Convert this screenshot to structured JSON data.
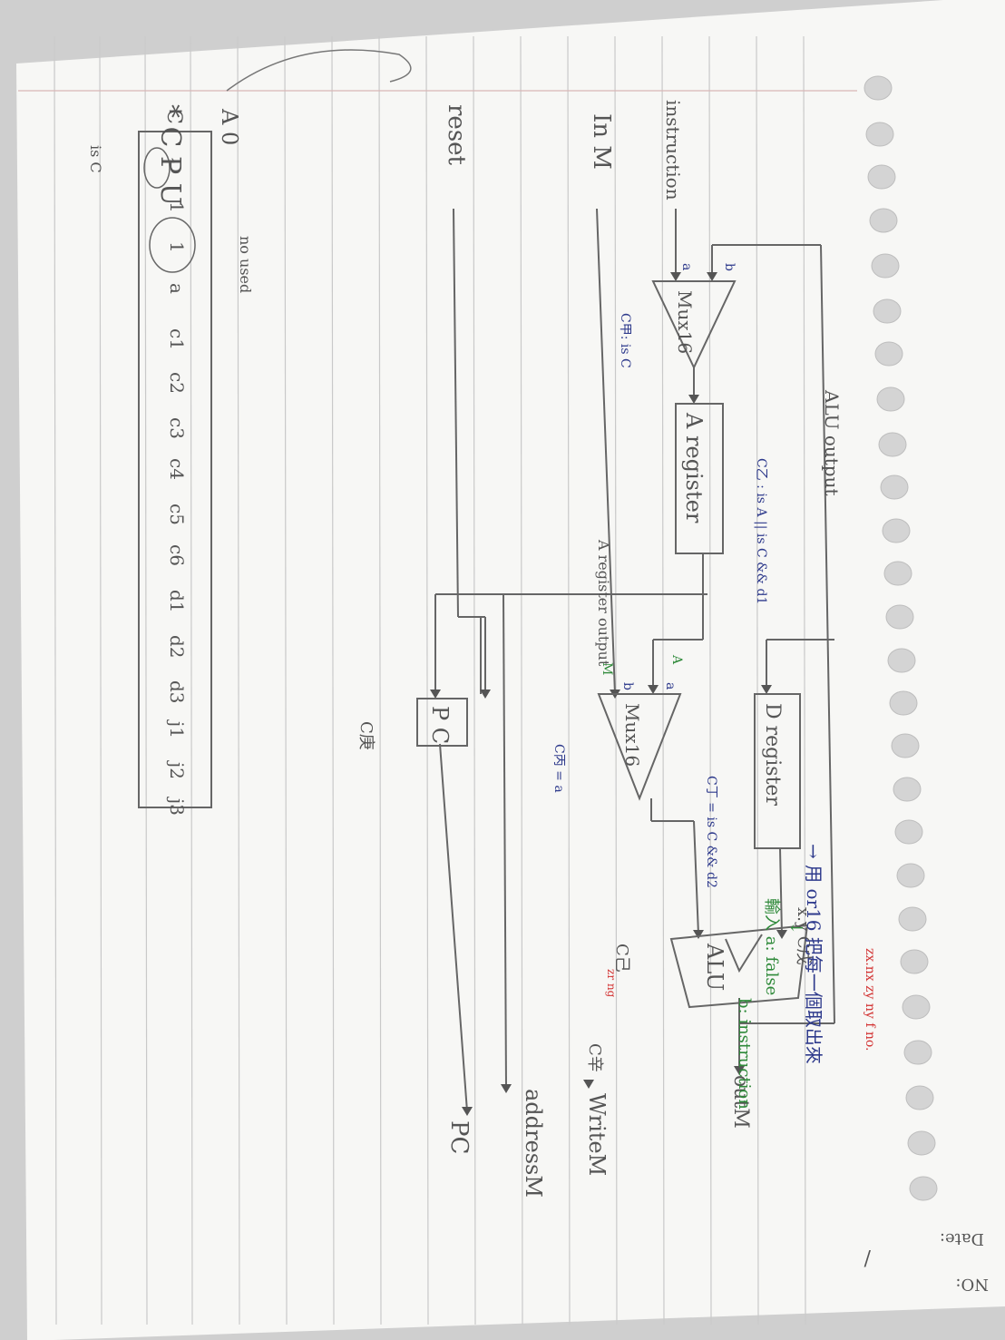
{
  "title": "* C P U",
  "inputs": {
    "instruction": "instruction",
    "inM": "In M",
    "reset": "reset"
  },
  "outputs": {
    "outM": "outM",
    "writeM": "WriteM",
    "addressM": "addressM",
    "pc": "PC"
  },
  "components": {
    "mux_top": "Mux16",
    "mux_top_control": "C甲: is C",
    "a_register": "A register",
    "a_register_control": "C乙 : is A || is C && d1",
    "mux_mid": "Mux16",
    "mux_mid_control": "C丙 = a",
    "d_register": "D register",
    "d_register_control": "C丁 = is C && d2",
    "alu": "ALU",
    "alu_control_x": "x.y C戊",
    "alu_control_z": "C己",
    "pc": "P C",
    "pc_control": "C庚",
    "writeM_control": "C辛"
  },
  "wire_labels": {
    "alu_output": "ALU output",
    "a_register_output": "A register output",
    "mux_top_a": "a",
    "mux_top_b": "b",
    "mux_mid_a": "a",
    "mux_mid_b": "b",
    "mux_mid_A": "A",
    "mux_mid_M": "M"
  },
  "instruction_bits": {
    "a_label": "A 0",
    "c_label": "C",
    "is_c_label": "is C",
    "no_used": "no used",
    "bits": [
      "1",
      "1",
      "1",
      "a",
      "c1",
      "c2",
      "c3",
      "c4",
      "c5",
      "c6",
      "d1",
      "d2",
      "d3",
      "j1",
      "j2",
      "j3"
    ]
  },
  "notes": {
    "alu_flags": "zx.nx zy ny f no.",
    "alu_flags_bottom": "zr ng",
    "mux_note_line1": "→ 用 or16 把每一個取出來",
    "mux_note_line2": "輸入 a: false",
    "mux_note_line3": "b: instruction",
    "arrow_down": "↓"
  },
  "page_footer": {
    "no": "NO:",
    "date": "Date:",
    "slash": "/"
  },
  "colors": {
    "paper": "#f7f7f5",
    "rule": "#c9c9c9",
    "pencil": "#555555",
    "blue": "#2e3a8c",
    "green": "#2f8a3a",
    "red": "#d23030"
  }
}
